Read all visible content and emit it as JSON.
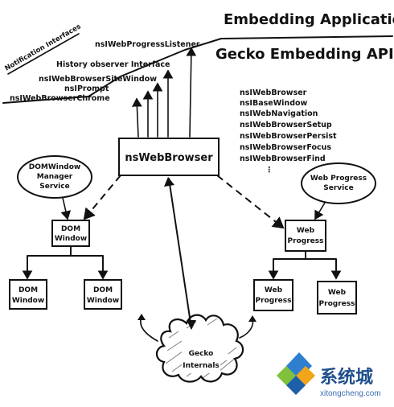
{
  "titles": {
    "embedding_app": "Embedding Application",
    "gecko_apis": "Gecko Embedding APIs"
  },
  "notification_interfaces": {
    "label": "Notification Interfaces",
    "items": [
      "nsIWebProgressListener",
      "History observer Interface",
      "nsIWebBrowserSiteWindow",
      "nsIPrompt",
      "nsIWebBrowserChrome"
    ]
  },
  "api_interfaces": [
    "nsIWebBrowser",
    "nsIBaseWindow",
    "nsIWebNavigation",
    "nsIWebBrowserSetup",
    "nsIWebBrowserPersist",
    "nsIWebBrowserFocus",
    "nsIWebBrowserFind",
    "⋮"
  ],
  "nodes": {
    "web_browser": "nsWebBrowser",
    "dom_window_manager": [
      "DOMWindow",
      "Manager",
      "Service"
    ],
    "web_progress_service": [
      "Web Progress",
      "Service"
    ],
    "dom_window_main": [
      "DOM",
      "Window"
    ],
    "dom_window_child1": [
      "DOM",
      "Window"
    ],
    "dom_window_child2": [
      "DOM",
      "Window"
    ],
    "web_progress_main": [
      "Web",
      "Progress"
    ],
    "web_progress_child1": [
      "Web",
      "Progress"
    ],
    "web_progress_child2": [
      "Web",
      "Progress"
    ],
    "gecko_internals": [
      "Gecko",
      "Internals"
    ]
  },
  "watermark": {
    "brand": "系统城",
    "url": "xitongcheng.com"
  }
}
